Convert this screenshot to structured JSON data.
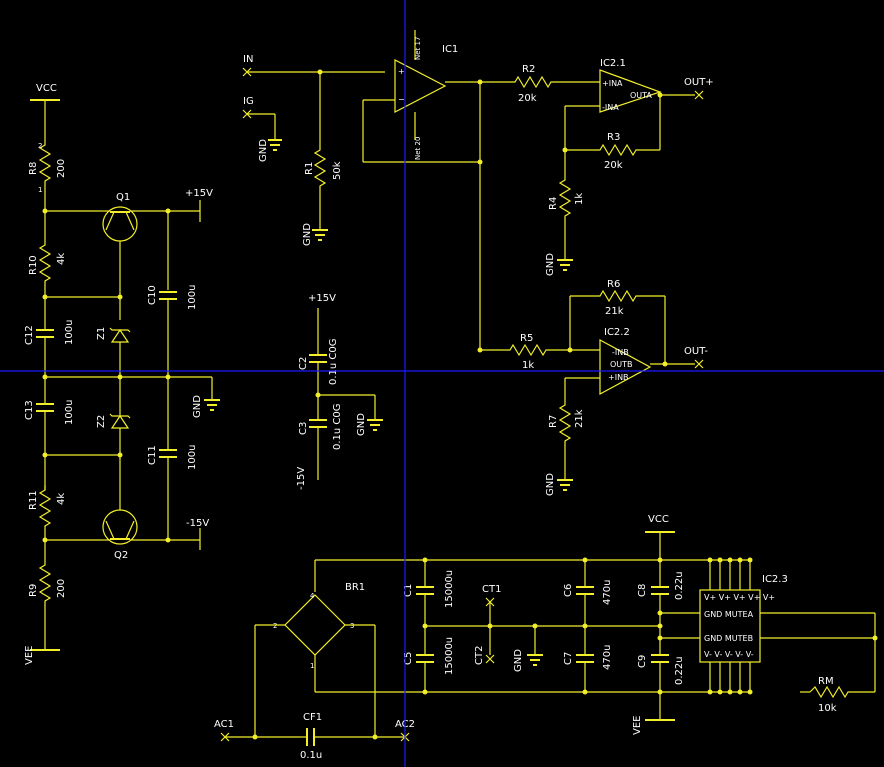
{
  "labels": {
    "vcc_left": "VCC",
    "vcc_right": "VCC",
    "vee_left": "VEE",
    "vee_right": "VEE",
    "gnd": "GND",
    "p15v": "+15V",
    "m15v": "-15V",
    "in": "IN",
    "ig": "IG",
    "net17": "Net 17",
    "net20": "Net 20",
    "out_plus": "OUT+",
    "out_minus": "OUT-",
    "ac1": "AC1",
    "ac2": "AC2",
    "ct1": "CT1",
    "ct2": "CT2"
  },
  "pins": {
    "p1": "1",
    "p2": "2",
    "p3": "3",
    "p4": "4",
    "plus": "+",
    "minus": "−",
    "ina_p": "+INA",
    "outa": "OUTA",
    "ina_m": "-INA",
    "inb_m": "-INB",
    "outb": "OUTB",
    "inb_p": "+INB",
    "vplus_row": "V+ V+ V+ V+ V+",
    "gnd_mutea": "GND  MUTEA",
    "gnd_muteb": "GND  MUTEB",
    "vminus_row": "V- V- V- V- V-"
  },
  "components": {
    "r1": {
      "ref": "R1",
      "value": "50k"
    },
    "r2": {
      "ref": "R2",
      "value": "20k"
    },
    "r3": {
      "ref": "R3",
      "value": "20k"
    },
    "r4": {
      "ref": "R4",
      "value": "1k"
    },
    "r5": {
      "ref": "R5",
      "value": "1k"
    },
    "r6": {
      "ref": "R6",
      "value": "21k"
    },
    "r7": {
      "ref": "R7",
      "value": "21k"
    },
    "r8": {
      "ref": "R8",
      "value": "200"
    },
    "r9": {
      "ref": "R9",
      "value": "200"
    },
    "r10": {
      "ref": "R10",
      "value": "4k"
    },
    "r11": {
      "ref": "R11",
      "value": "4k"
    },
    "rm": {
      "ref": "RM",
      "value": "10k"
    },
    "c1": {
      "ref": "C1",
      "value": "15000u"
    },
    "c2": {
      "ref": "C2",
      "value": "0.1u C0G"
    },
    "c3": {
      "ref": "C3",
      "value": "0.1u C0G"
    },
    "c5": {
      "ref": "C5",
      "value": "15000u"
    },
    "c6": {
      "ref": "C6",
      "value": "470u"
    },
    "c7": {
      "ref": "C7",
      "value": "470u"
    },
    "c8": {
      "ref": "C8",
      "value": "0.22u"
    },
    "c9": {
      "ref": "C9",
      "value": "0.22u"
    },
    "c10": {
      "ref": "C10",
      "value": "100u"
    },
    "c11": {
      "ref": "C11",
      "value": "100u"
    },
    "c12": {
      "ref": "C12",
      "value": "100u"
    },
    "c13": {
      "ref": "C13",
      "value": "100u"
    },
    "cf1": {
      "ref": "CF1",
      "value": "0.1u"
    },
    "q1": {
      "ref": "Q1"
    },
    "q2": {
      "ref": "Q2"
    },
    "z1": {
      "ref": "Z1"
    },
    "z2": {
      "ref": "Z2"
    },
    "ic1": {
      "ref": "IC1"
    },
    "ic2_1": {
      "ref": "IC2.1"
    },
    "ic2_2": {
      "ref": "IC2.2"
    },
    "ic2_3": {
      "ref": "IC2.3"
    },
    "br1": {
      "ref": "BR1"
    }
  },
  "colors": {
    "background": "#000000",
    "wire": "#f2ef2a",
    "text": "#ffffff",
    "crosshair": "#1a1aff"
  }
}
